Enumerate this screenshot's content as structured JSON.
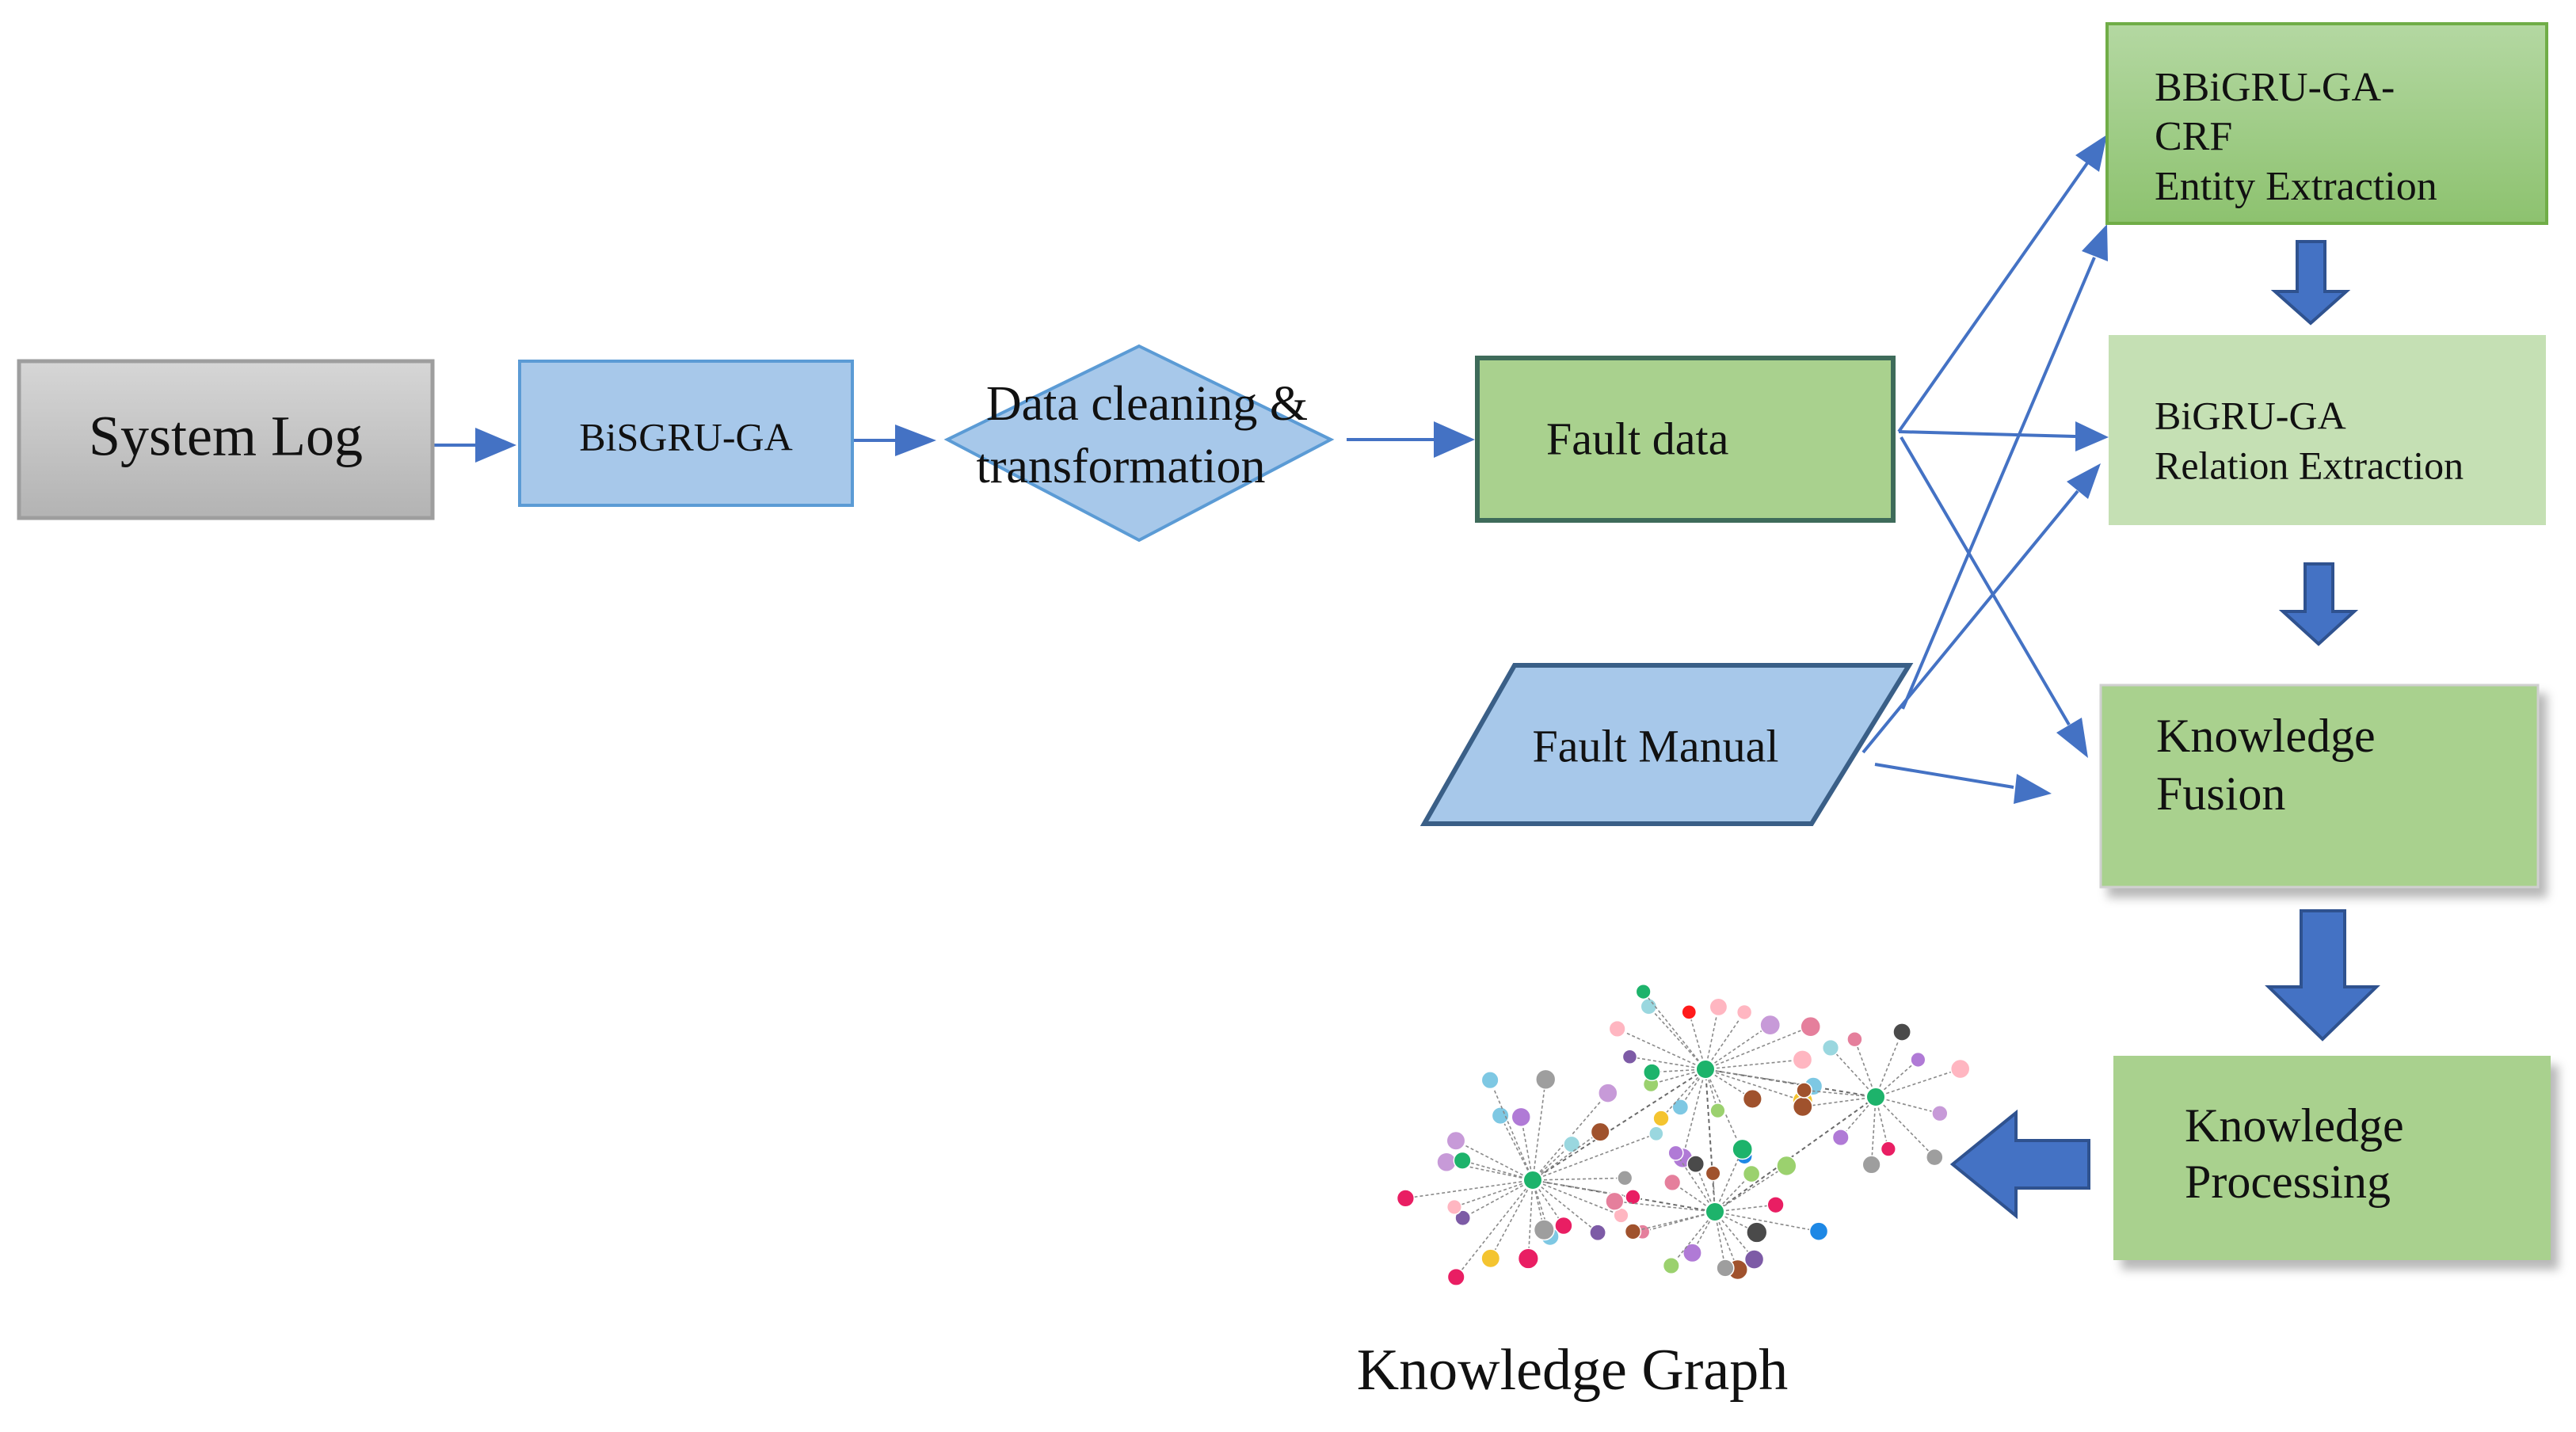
{
  "nodes": {
    "system_log": "System Log",
    "bisgru_ga": "BiSGRU-GA",
    "data_cleaning": [
      "Data  cleaning  &",
      "transformation"
    ],
    "fault_data": "Fault data",
    "fault_manual": "Fault Manual",
    "entity_extraction": [
      "BBiGRU-GA-",
      "CRF",
      "Entity Extraction"
    ],
    "relation_extraction": [
      "BiGRU-GA",
      "Relation Extraction"
    ],
    "knowledge_fusion": [
      "Knowledge",
      "Fusion"
    ],
    "knowledge_processing": [
      "Knowledge",
      "Processing"
    ],
    "knowledge_graph": "Knowledge Graph"
  },
  "graph_palette": [
    "#9bd16e",
    "#1db36b",
    "#b07ad6",
    "#e91e63",
    "#f4c430",
    "#9ad7df",
    "#e57f9c",
    "#7ec8e3",
    "#4a4a4a",
    "#ff1a1a",
    "#c79ad8",
    "#a0522d",
    "#7d5ba6",
    "#1e88e5",
    "#ffb6c1",
    "#9e9e9e"
  ]
}
